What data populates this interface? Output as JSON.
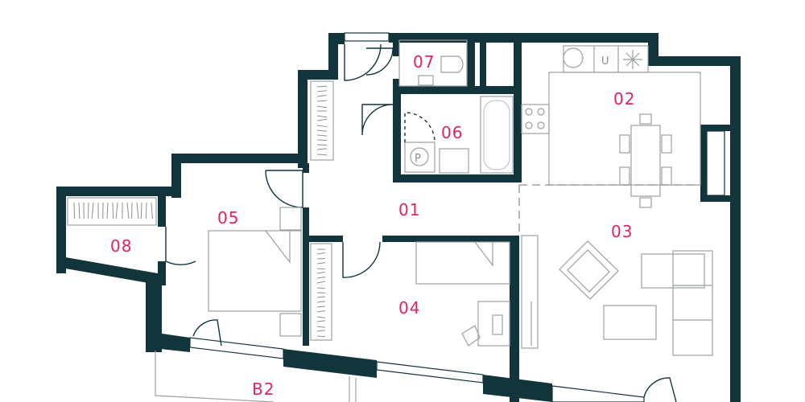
{
  "rooms": {
    "r01": "01",
    "r02": "02",
    "r03": "03",
    "r04": "04",
    "r05": "05",
    "r06": "06",
    "r07": "07",
    "r08": "08",
    "b2": "B2"
  },
  "fixtures": {
    "boiler_symbol": "P",
    "washer_symbol": "U"
  },
  "colors": {
    "wall": "#12343b",
    "label": "#e0245e",
    "furniture": "#9aa0a0"
  }
}
